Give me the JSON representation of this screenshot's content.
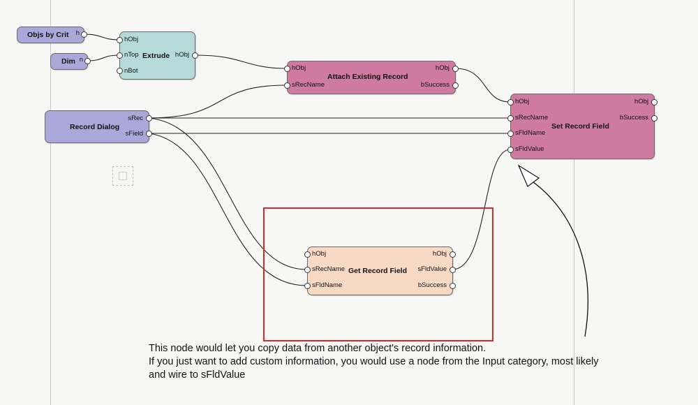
{
  "colors": {
    "input_node": "#a9a8d8",
    "extrude_node": "#b6dada",
    "record_node": "#cf7aa0",
    "get_node": "#f7d9c4",
    "highlight": "#d92a2a"
  },
  "nodes": {
    "objs_by_crit": {
      "title": "Objs by Crit",
      "out_ports": [
        "h"
      ]
    },
    "dim": {
      "title": "Dim",
      "out_ports": [
        "n"
      ]
    },
    "extrude": {
      "title": "Extrude",
      "in_ports": [
        "hObj",
        "nTop",
        "nBot"
      ],
      "out_ports": [
        "hObj"
      ]
    },
    "record_dialog": {
      "title": "Record Dialog",
      "out_ports": [
        "sRec",
        "sField"
      ]
    },
    "attach_existing_record": {
      "title": "Attach Existing Record",
      "in_ports": [
        "hObj",
        "sRecName"
      ],
      "out_ports": [
        "hObj",
        "bSuccess"
      ]
    },
    "set_record_field": {
      "title": "Set Record Field",
      "in_ports": [
        "hObj",
        "sRecName",
        "sFldName",
        "sFldValue"
      ],
      "out_ports": [
        "hObj",
        "bSuccess"
      ]
    },
    "get_record_field": {
      "title": "Get Record Field",
      "in_ports": [
        "hObj",
        "sRecName",
        "sFldName"
      ],
      "out_ports": [
        "hObj",
        "sFldValue",
        "bSuccess"
      ]
    }
  },
  "caption": {
    "line1": "This node would let you copy data from another object's record information.",
    "line2": "If you just want to add custom information, you would use a node from the Input category, most likely",
    "line3": "and wire to sFldValue"
  }
}
